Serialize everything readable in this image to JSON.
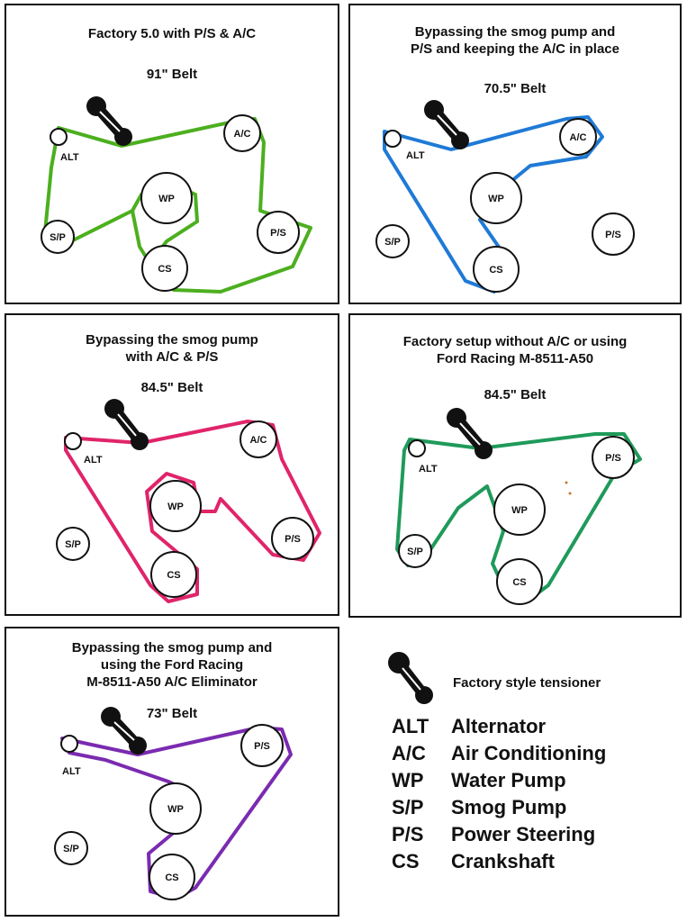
{
  "colors": {
    "panel1_belt": "#4caf1f",
    "panel2_belt": "#1f7ad6",
    "panel3_belt": "#e0246a",
    "panel4_belt": "#1f9a5a",
    "panel5_belt": "#7a2bb0",
    "tensioner": "#111111"
  },
  "panels": [
    {
      "title_lines": [
        "Factory 5.0 with P/S & A/C"
      ],
      "belt": "91\" Belt"
    },
    {
      "title_lines": [
        "Bypassing the smog pump and",
        "P/S and keeping the A/C in place"
      ],
      "belt": "70.5\" Belt"
    },
    {
      "title_lines": [
        "Bypassing the smog pump",
        "with A/C & P/S"
      ],
      "belt": "84.5\" Belt"
    },
    {
      "title_lines": [
        "Factory setup without A/C or using",
        "Ford Racing M-8511-A50"
      ],
      "belt": "84.5\" Belt"
    },
    {
      "title_lines": [
        "Bypassing the smog pump and",
        "using the Ford Racing",
        "M-8511-A50 A/C Eliminator"
      ],
      "belt": "73\" Belt"
    }
  ],
  "pulley_labels": {
    "alt": "ALT",
    "ac": "A/C",
    "wp": "WP",
    "sp": "S/P",
    "ps": "P/S",
    "cs": "CS"
  },
  "legend": {
    "tensioner_label": "Factory style tensioner",
    "tensioner_icon": "tensioner-icon",
    "items": [
      {
        "abbr": "ALT",
        "name": "Alternator"
      },
      {
        "abbr": "A/C",
        "name": "Air Conditioning"
      },
      {
        "abbr": "WP",
        "name": "Water Pump"
      },
      {
        "abbr": "S/P",
        "name": "Smog Pump"
      },
      {
        "abbr": "P/S",
        "name": "Power Steering"
      },
      {
        "abbr": "CS",
        "name": "Crankshaft"
      }
    ]
  }
}
